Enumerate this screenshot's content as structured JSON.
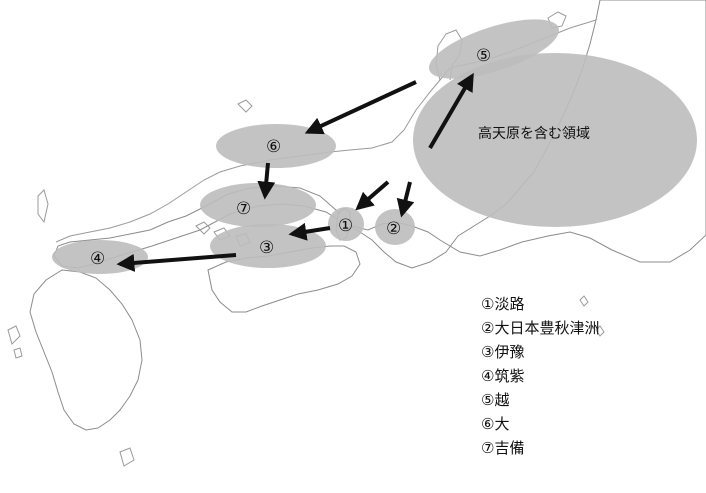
{
  "map": {
    "highland_label": "高天原を含む領域",
    "regions": [
      {
        "num": "①",
        "name": "淡路"
      },
      {
        "num": "②",
        "name": "大日本豊秋津洲"
      },
      {
        "num": "③",
        "name": "伊豫"
      },
      {
        "num": "④",
        "name": "筑紫"
      },
      {
        "num": "⑤",
        "name": "越"
      },
      {
        "num": "⑥",
        "name": "大"
      },
      {
        "num": "⑦",
        "name": "吉備"
      }
    ],
    "colors": {
      "region_fill": "#bdbdbd",
      "arrow": "#111111",
      "coastline": "#8c8c8c"
    }
  },
  "legend": {
    "items": [
      "①淡路",
      "②大日本豊秋津洲",
      "③伊豫",
      "④筑紫",
      "⑤越",
      "⑥大",
      "⑦吉備"
    ]
  }
}
